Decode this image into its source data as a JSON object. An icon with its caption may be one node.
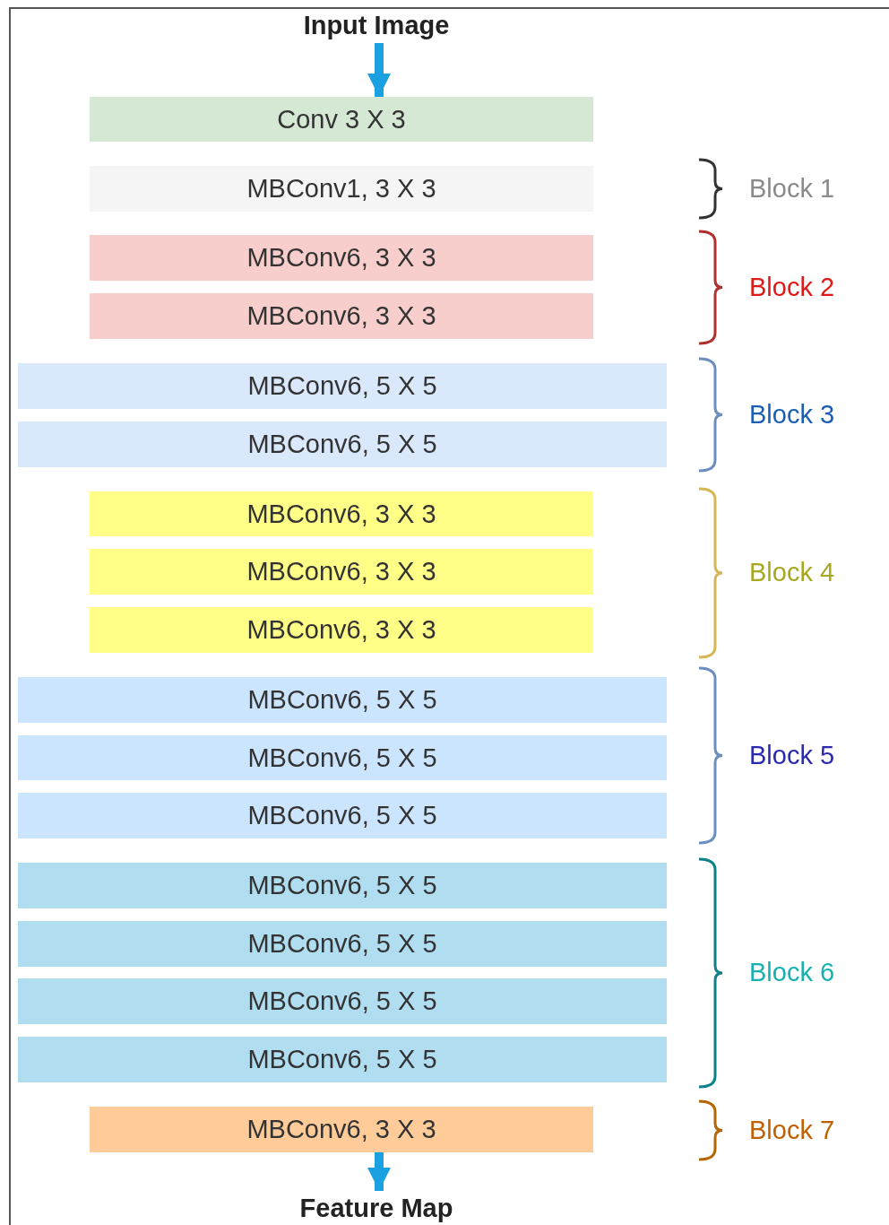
{
  "diagram": {
    "nodes": [
      {
        "text": [
          "Input Image"
        ]
      },
      {
        "text": [
          "Conv 3 X 3"
        ]
      },
      {
        "text": [
          "MBConv1, 3 X 3"
        ]
      },
      {
        "text": [
          "MBConv6, 3 X 3"
        ]
      },
      {
        "text": [
          "MBConv6, 3 X 3"
        ]
      },
      {
        "text": [
          "MBConv6, 5 X 5"
        ]
      },
      {
        "text": [
          "MBConv6, 5 X 5"
        ]
      },
      {
        "text": [
          "MBConv6, 3 X 3"
        ]
      },
      {
        "text": [
          "MBConv6, 3 X 3"
        ]
      },
      {
        "text": [
          "MBConv6, 3 X 3"
        ]
      },
      {
        "text": [
          "MBConv6, 5 X 5"
        ]
      },
      {
        "text": [
          "MBConv6, 5 X 5"
        ]
      },
      {
        "text": [
          "MBConv6, 5 X 5"
        ]
      },
      {
        "text": [
          "MBConv6, 5 X 5"
        ]
      },
      {
        "text": [
          "MBConv6, 5 X 5"
        ]
      },
      {
        "text": [
          "MBConv6, 5 X 5"
        ]
      },
      {
        "text": [
          "MBConv6, 5 X 5"
        ]
      },
      {
        "text": [
          "MBConv6, 3 X 3"
        ]
      },
      {
        "text": [
          "Feature Map"
        ]
      }
    ],
    "edges": [
      {
        "from": 0,
        "to": 1,
        "arrow": "to"
      },
      {
        "from": 17,
        "to": 18,
        "arrow": "to"
      }
    ],
    "labels": [
      "Block 1",
      "Block 2",
      "Block 3",
      "Block 4",
      "Block 5",
      "Block 6",
      "Block 7"
    ]
  }
}
